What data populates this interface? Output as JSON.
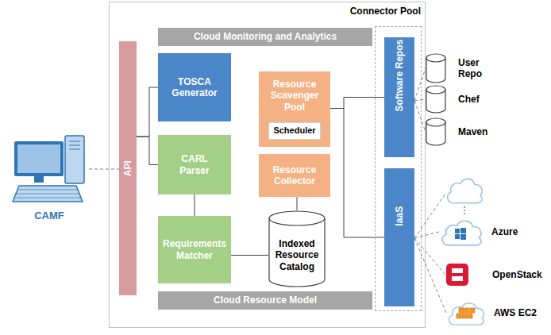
{
  "diagram": {
    "nodes": [
      {
        "text": [
          "CAMF"
        ]
      },
      {
        "text": [
          "API"
        ]
      },
      {
        "text": [
          "Cloud Monitoring and Analytics"
        ]
      },
      {
        "text": [
          "TOSCA Generator"
        ]
      },
      {
        "text": [
          "CARL Parser"
        ]
      },
      {
        "text": [
          "Requirements Matcher"
        ]
      },
      {
        "text": [
          "Resource Scavenger Pool"
        ]
      },
      {
        "text": [
          "Scheduler"
        ],
        "in": 6
      },
      {
        "text": [
          "Resource Collector"
        ]
      },
      {
        "text": [
          "Indexed Resource Catalog"
        ]
      },
      {
        "text": [
          "Cloud Resource Model"
        ]
      },
      {
        "text": [
          "Connector Pool"
        ]
      },
      {
        "text": [
          "Software Repos"
        ],
        "in": 11
      },
      {
        "text": [
          "IaaS"
        ],
        "in": 11
      },
      {
        "text": [
          "User Repo"
        ]
      },
      {
        "text": [
          "Chef"
        ]
      },
      {
        "text": [
          "Maven"
        ]
      },
      {
        "text": [
          "Azure"
        ]
      },
      {
        "text": [
          "OpenStack"
        ]
      },
      {
        "text": [
          "AWS EC2"
        ]
      }
    ],
    "edges": [
      {
        "from": 0,
        "to": 1,
        "arrow": "none"
      },
      {
        "from": 1,
        "to": 3,
        "arrow": "none"
      },
      {
        "from": 1,
        "to": 4,
        "arrow": "none"
      },
      {
        "from": 4,
        "to": 5,
        "arrow": "none"
      },
      {
        "from": 5,
        "to": 9,
        "arrow": "none"
      },
      {
        "from": 8,
        "to": 9,
        "arrow": "none"
      },
      {
        "from": 6,
        "to": 12,
        "arrow": "none"
      },
      {
        "from": 6,
        "to": 13,
        "arrow": "none"
      },
      {
        "from": 12,
        "to": 14,
        "arrow": "none"
      },
      {
        "from": 12,
        "to": 15,
        "arrow": "none"
      },
      {
        "from": 12,
        "to": 16,
        "arrow": "none"
      },
      {
        "from": 13,
        "to": 17,
        "arrow": "none"
      },
      {
        "from": 13,
        "to": 18,
        "arrow": "none"
      },
      {
        "from": 13,
        "to": 19,
        "arrow": "none"
      }
    ]
  }
}
